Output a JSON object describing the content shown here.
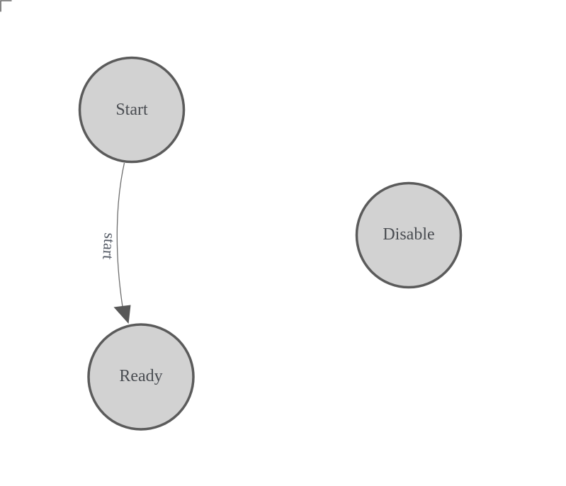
{
  "diagram": {
    "style": {
      "background": "#ffffff",
      "node_fill": "#d2d2d2",
      "node_stroke": "#5b5b5b",
      "node_text_color": "#4a4d52",
      "edge_color": "#6e6e6e",
      "arrow_color": "#585858",
      "edge_label_color": "#555b66",
      "corner_mark_color": "#666666"
    },
    "nodes": [
      {
        "id": "start",
        "label": "Start"
      },
      {
        "id": "ready",
        "label": "Ready"
      },
      {
        "id": "disable",
        "label": "Disable"
      }
    ],
    "edges": [
      {
        "from": "start",
        "to": "ready",
        "label": "start"
      }
    ]
  }
}
